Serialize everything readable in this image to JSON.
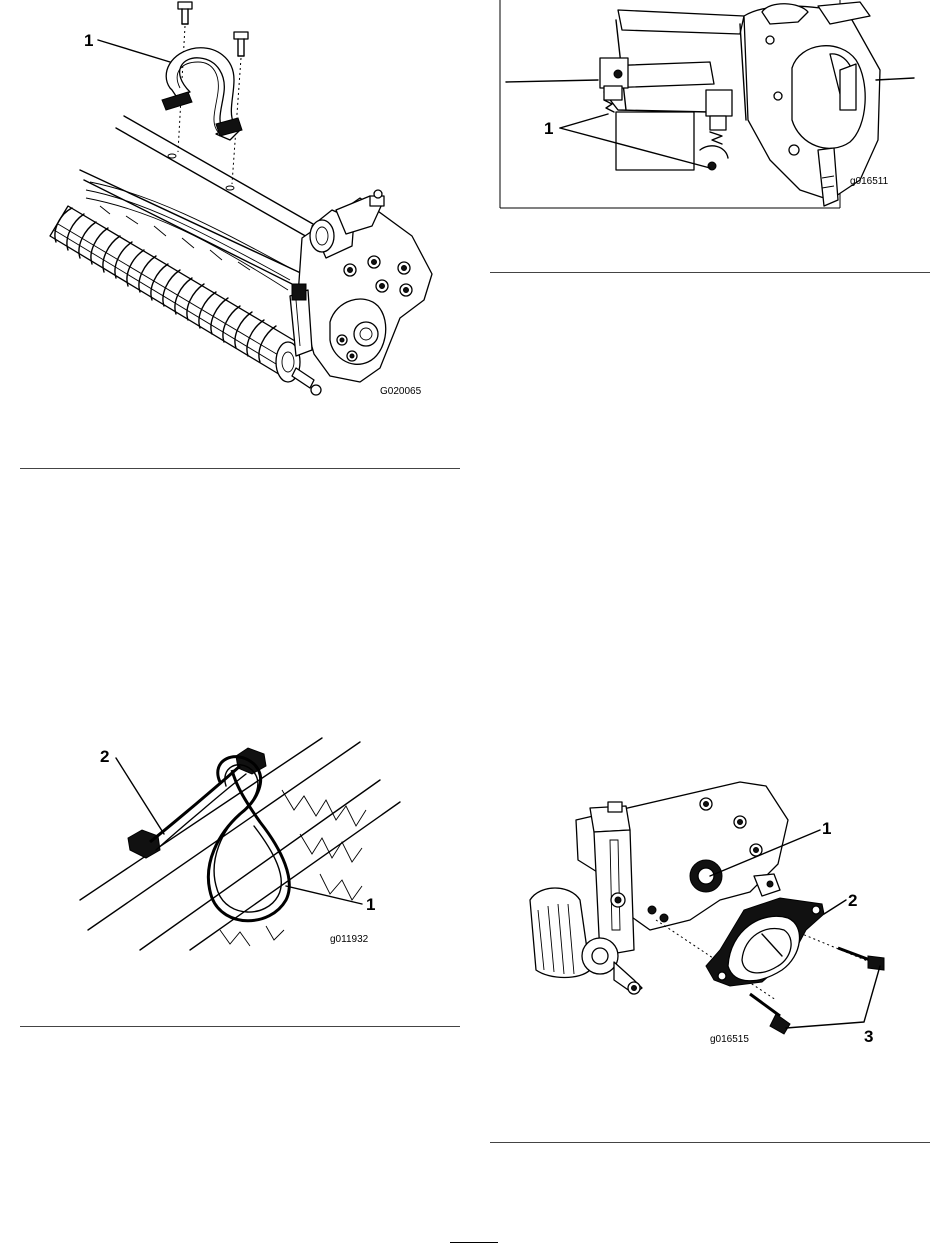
{
  "figures": [
    {
      "id": "G020065",
      "callouts": [
        "1"
      ]
    },
    {
      "id": "g016511",
      "callouts": [
        "1"
      ]
    },
    {
      "id": "g011932",
      "callouts": [
        "2",
        "1"
      ]
    },
    {
      "id": "g016515",
      "callouts": [
        "1",
        "2",
        "3"
      ]
    }
  ]
}
